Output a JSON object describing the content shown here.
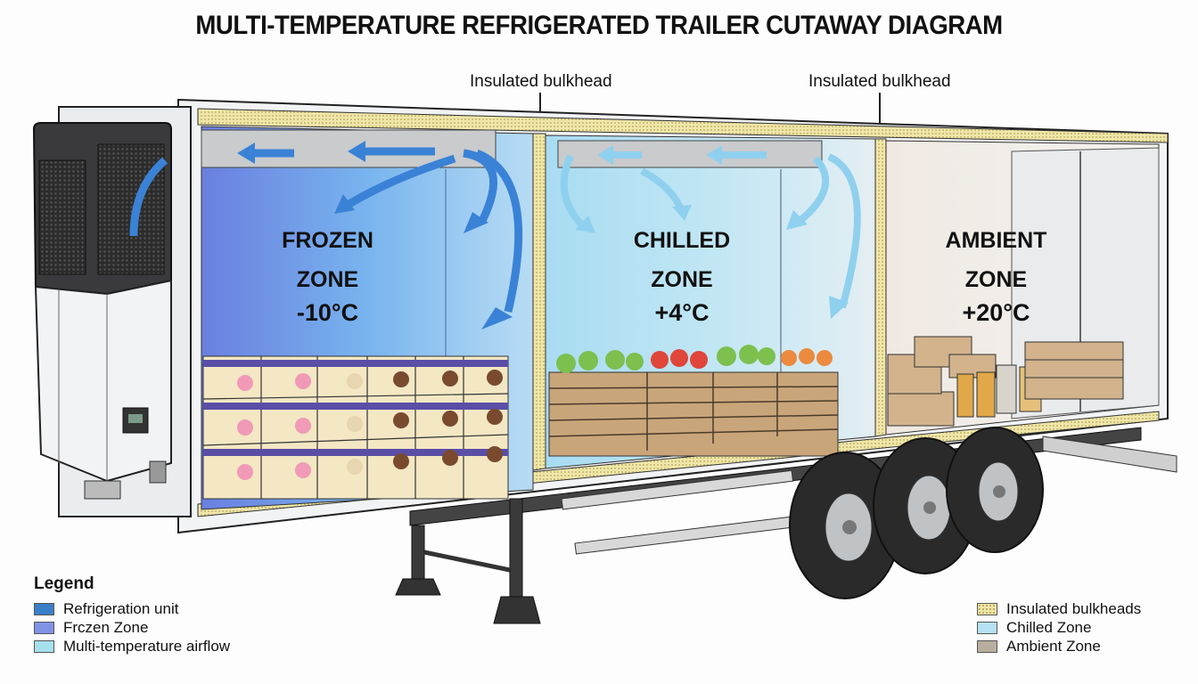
{
  "title": "MULTI-TEMPERATURE REFRIGERATED TRAILER CUTAWAY DIAGRAM",
  "callouts": [
    {
      "label": "Insulated bulkhead"
    },
    {
      "label": "Insulated bulkhead"
    }
  ],
  "zones": [
    {
      "name": "FROZEN",
      "suffix": "ZONE",
      "temperature": "-10°C",
      "color": "#5b8fe6",
      "cargo": "ice cream cartons"
    },
    {
      "name": "CHILLED",
      "suffix": "ZONE",
      "temperature": "+4°C",
      "color": "#a9dcf0",
      "cargo": "produce crates"
    },
    {
      "name": "AMBIENT",
      "suffix": "ZONE",
      "temperature": "+20°C",
      "color": "#e6e3dd",
      "cargo": "dry goods boxes"
    }
  ],
  "legend_left": {
    "title": "Legend",
    "items": [
      {
        "label": "Refrigeration unit",
        "color": "#3a7fc8"
      },
      {
        "label": "Frczen Zone",
        "color": "#7f93e6"
      },
      {
        "label": "Multi-temperature airflow",
        "color": "#a6e0ee"
      }
    ]
  },
  "legend_right": {
    "items": [
      {
        "label": "Insulated bulkheads",
        "color": "#efe6a8",
        "pattern": "hatch"
      },
      {
        "label": "Chilled Zone",
        "color": "#b5e2f2"
      },
      {
        "label": "Ambient Zone",
        "color": "#b8ae9e"
      }
    ]
  },
  "colors": {
    "airflow_frozen": "#3a82d6",
    "airflow_chilled": "#8fd0ee",
    "insulation": "#efe6a8",
    "chassis": "#3a3a3a"
  }
}
